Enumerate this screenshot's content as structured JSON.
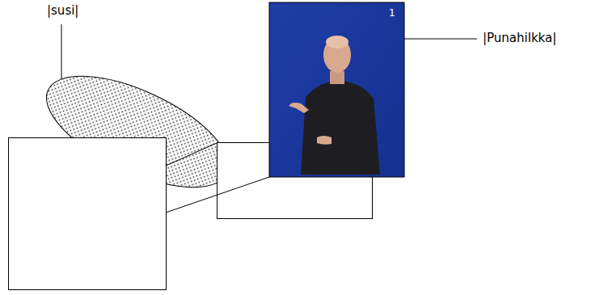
{
  "diagram": {
    "labels": [
      "|susi|",
      "|Punahilkka|",
      "1"
    ]
  }
}
